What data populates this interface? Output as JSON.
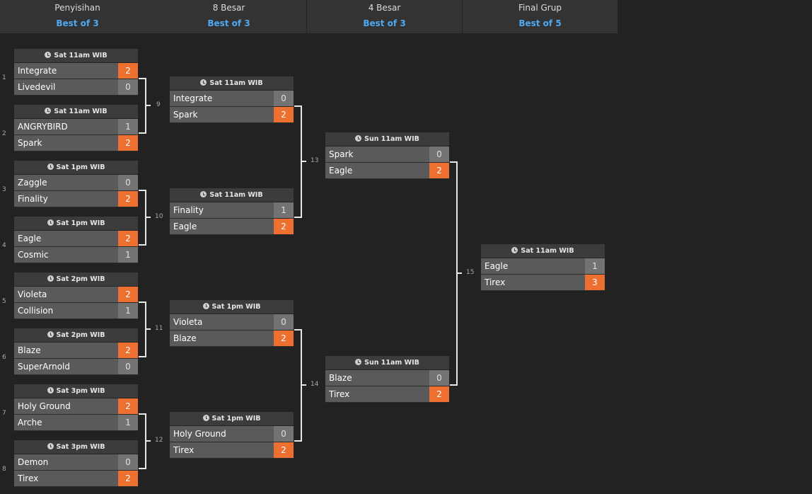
{
  "columns": [
    {
      "title": "Penyisihan",
      "best": "Best of 3"
    },
    {
      "title": "8 Besar",
      "best": "Best of 3"
    },
    {
      "title": "4 Besar",
      "best": "Best of 3"
    },
    {
      "title": "Final Grup",
      "best": "Best of 5"
    }
  ],
  "seeds": [
    "1",
    "2",
    "3",
    "4",
    "5",
    "6",
    "7",
    "8"
  ],
  "match_numbers": [
    "9",
    "10",
    "11",
    "12",
    "13",
    "14",
    "15"
  ],
  "matches": [
    {
      "time": "Sat 11am WIB",
      "teams": [
        {
          "name": "Integrate",
          "score": "2",
          "win": true
        },
        {
          "name": "Livedevil",
          "score": "0",
          "win": false
        }
      ]
    },
    {
      "time": "Sat 11am WIB",
      "teams": [
        {
          "name": "ANGRYBIRD",
          "score": "1",
          "win": false
        },
        {
          "name": "Spark",
          "score": "2",
          "win": true
        }
      ]
    },
    {
      "time": "Sat 1pm WIB",
      "teams": [
        {
          "name": "Zaggle",
          "score": "0",
          "win": false
        },
        {
          "name": "Finality",
          "score": "2",
          "win": true
        }
      ]
    },
    {
      "time": "Sat 1pm WIB",
      "teams": [
        {
          "name": "Eagle",
          "score": "2",
          "win": true
        },
        {
          "name": "Cosmic",
          "score": "1",
          "win": false
        }
      ]
    },
    {
      "time": "Sat 2pm WIB",
      "teams": [
        {
          "name": "Violeta",
          "score": "2",
          "win": true
        },
        {
          "name": "Collision",
          "score": "1",
          "win": false
        }
      ]
    },
    {
      "time": "Sat 2pm WIB",
      "teams": [
        {
          "name": "Blaze",
          "score": "2",
          "win": true
        },
        {
          "name": "SuperArnold",
          "score": "0",
          "win": false
        }
      ]
    },
    {
      "time": "Sat 3pm WIB",
      "teams": [
        {
          "name": "Holy Ground",
          "score": "2",
          "win": true
        },
        {
          "name": "Arche",
          "score": "1",
          "win": false
        }
      ]
    },
    {
      "time": "Sat 3pm WIB",
      "teams": [
        {
          "name": "Demon",
          "score": "0",
          "win": false
        },
        {
          "name": "Tirex",
          "score": "2",
          "win": true
        }
      ]
    },
    {
      "time": "Sat 11am WIB",
      "teams": [
        {
          "name": "Integrate",
          "score": "0",
          "win": false
        },
        {
          "name": "Spark",
          "score": "2",
          "win": true
        }
      ]
    },
    {
      "time": "Sat 11am WIB",
      "teams": [
        {
          "name": "Finality",
          "score": "1",
          "win": false
        },
        {
          "name": "Eagle",
          "score": "2",
          "win": true
        }
      ]
    },
    {
      "time": "Sat 1pm WIB",
      "teams": [
        {
          "name": "Violeta",
          "score": "0",
          "win": false
        },
        {
          "name": "Blaze",
          "score": "2",
          "win": true
        }
      ]
    },
    {
      "time": "Sat 1pm WIB",
      "teams": [
        {
          "name": "Holy Ground",
          "score": "0",
          "win": false
        },
        {
          "name": "Tirex",
          "score": "2",
          "win": true
        }
      ]
    },
    {
      "time": "Sun 11am WIB",
      "teams": [
        {
          "name": "Spark",
          "score": "0",
          "win": false
        },
        {
          "name": "Eagle",
          "score": "2",
          "win": true
        }
      ]
    },
    {
      "time": "Sun 11am WIB",
      "teams": [
        {
          "name": "Blaze",
          "score": "0",
          "win": false
        },
        {
          "name": "Tirex",
          "score": "2",
          "win": true
        }
      ]
    },
    {
      "time": "Sat 11am WIB",
      "teams": [
        {
          "name": "Eagle",
          "score": "1",
          "win": false
        },
        {
          "name": "Tirex",
          "score": "3",
          "win": true
        }
      ]
    }
  ],
  "colors": {
    "win": "#ee7030",
    "loss": "#737373",
    "row": "#5a5a5a",
    "accent": "#4ea9f2"
  }
}
